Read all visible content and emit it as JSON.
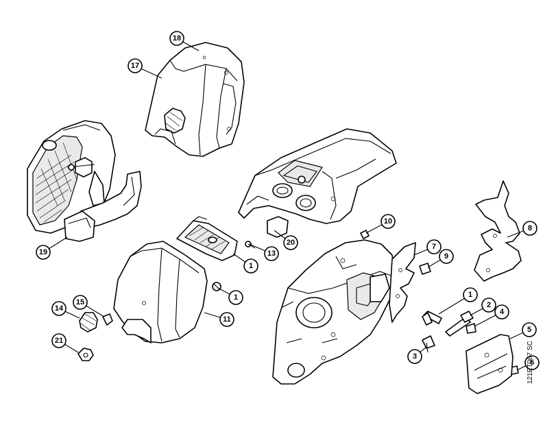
{
  "diagram": {
    "document_code": "121ET067 SC",
    "callouts": [
      "18",
      "17",
      "19",
      "20",
      "13",
      "1",
      "1",
      "11",
      "14",
      "15",
      "21",
      "10",
      "7",
      "9",
      "8",
      "1",
      "2",
      "4",
      "5",
      "3",
      "6"
    ]
  }
}
